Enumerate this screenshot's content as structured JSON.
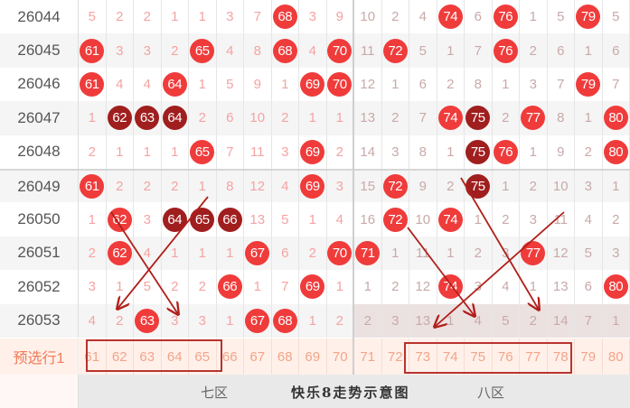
{
  "rows": [
    {
      "period": "26044",
      "cells": [
        "5",
        "2",
        "2",
        "1",
        "1",
        "3",
        "7",
        "68",
        "3",
        "9",
        "10",
        "2",
        "4",
        "74",
        "6",
        "76",
        "1",
        "5",
        "79",
        "5"
      ],
      "style": "mmmmmmmhmmmmmhmhmmhm"
    },
    {
      "period": "26045",
      "cells": [
        "61",
        "3",
        "3",
        "2",
        "65",
        "4",
        "8",
        "68",
        "4",
        "70",
        "11",
        "72",
        "5",
        "1",
        "7",
        "76",
        "2",
        "6",
        "1",
        "6"
      ],
      "style": "hmmmhmmhmhmhmmmhmmmm"
    },
    {
      "period": "26046",
      "cells": [
        "61",
        "4",
        "4",
        "64",
        "1",
        "5",
        "9",
        "1",
        "69",
        "70",
        "12",
        "1",
        "6",
        "2",
        "8",
        "1",
        "3",
        "7",
        "79",
        "7"
      ],
      "style": "hmmhmmmmhhmmmmmmmmhm"
    },
    {
      "period": "26047",
      "cells": [
        "1",
        "62",
        "63",
        "64",
        "2",
        "6",
        "10",
        "2",
        "1",
        "1",
        "13",
        "2",
        "7",
        "74",
        "75",
        "2",
        "77",
        "8",
        "1",
        "80"
      ],
      "style": "mrrrmmmmmmmmmhrmhmmh"
    },
    {
      "period": "26048",
      "cells": [
        "2",
        "1",
        "1",
        "1",
        "65",
        "7",
        "11",
        "3",
        "69",
        "2",
        "14",
        "3",
        "8",
        "1",
        "75",
        "76",
        "1",
        "9",
        "2",
        "80"
      ],
      "style": "mmmmhmmmhmmmmmrhmmmh"
    },
    {
      "period": "26049",
      "cells": [
        "61",
        "2",
        "2",
        "2",
        "1",
        "8",
        "12",
        "4",
        "69",
        "3",
        "15",
        "72",
        "9",
        "2",
        "75",
        "1",
        "2",
        "10",
        "3",
        "1"
      ],
      "style": "hmmmmmmmhmmhmmrmmmmm"
    },
    {
      "period": "26050",
      "cells": [
        "1",
        "62",
        "3",
        "64",
        "65",
        "66",
        "13",
        "5",
        "1",
        "4",
        "16",
        "72",
        "10",
        "74",
        "1",
        "2",
        "3",
        "11",
        "4",
        "2"
      ],
      "style": "mhmrrrmmmmmhmhmmmmmm"
    },
    {
      "period": "26051",
      "cells": [
        "2",
        "62",
        "4",
        "1",
        "1",
        "1",
        "67",
        "6",
        "2",
        "70",
        "71",
        "1",
        "11",
        "1",
        "2",
        "3",
        "77",
        "12",
        "5",
        "3"
      ],
      "style": "mhmmmmhmmhhmmmmmhmmm"
    },
    {
      "period": "26052",
      "cells": [
        "3",
        "1",
        "5",
        "2",
        "2",
        "66",
        "1",
        "7",
        "69",
        "1",
        "1",
        "2",
        "12",
        "74",
        "3",
        "4",
        "1",
        "13",
        "6",
        "80"
      ],
      "style": "mmmmmhmmhmmmmhmmmmmh"
    },
    {
      "period": "26053",
      "cells": [
        "4",
        "2",
        "63",
        "3",
        "3",
        "1",
        "67",
        "68",
        "1",
        "2",
        "2",
        "3",
        "13",
        "1",
        "4",
        "5",
        "2",
        "14",
        "7",
        "1"
      ],
      "style": "mmhmmmhhmmmmmmmmmmmm"
    }
  ],
  "preselect": {
    "label": "预选行1",
    "numbers": [
      "61",
      "62",
      "63",
      "64",
      "65",
      "66",
      "67",
      "68",
      "69",
      "70",
      "71",
      "72",
      "73",
      "74",
      "75",
      "76",
      "77",
      "78",
      "79",
      "80"
    ],
    "boxed_groups": [
      [
        "61",
        "65"
      ],
      [
        "73",
        "78"
      ]
    ]
  },
  "footer": {
    "zone7": "七区",
    "title": "快乐8走势示意图",
    "zone8": "八区"
  },
  "colors": {
    "hit_ball": "#f03b3b",
    "repeat_ball": "#a01e1e",
    "zone7_miss": "#f5a3a3",
    "zone8_miss": "#c9a9a9",
    "arrow": "#b0201a",
    "preselect_text": "#f07a55"
  }
}
